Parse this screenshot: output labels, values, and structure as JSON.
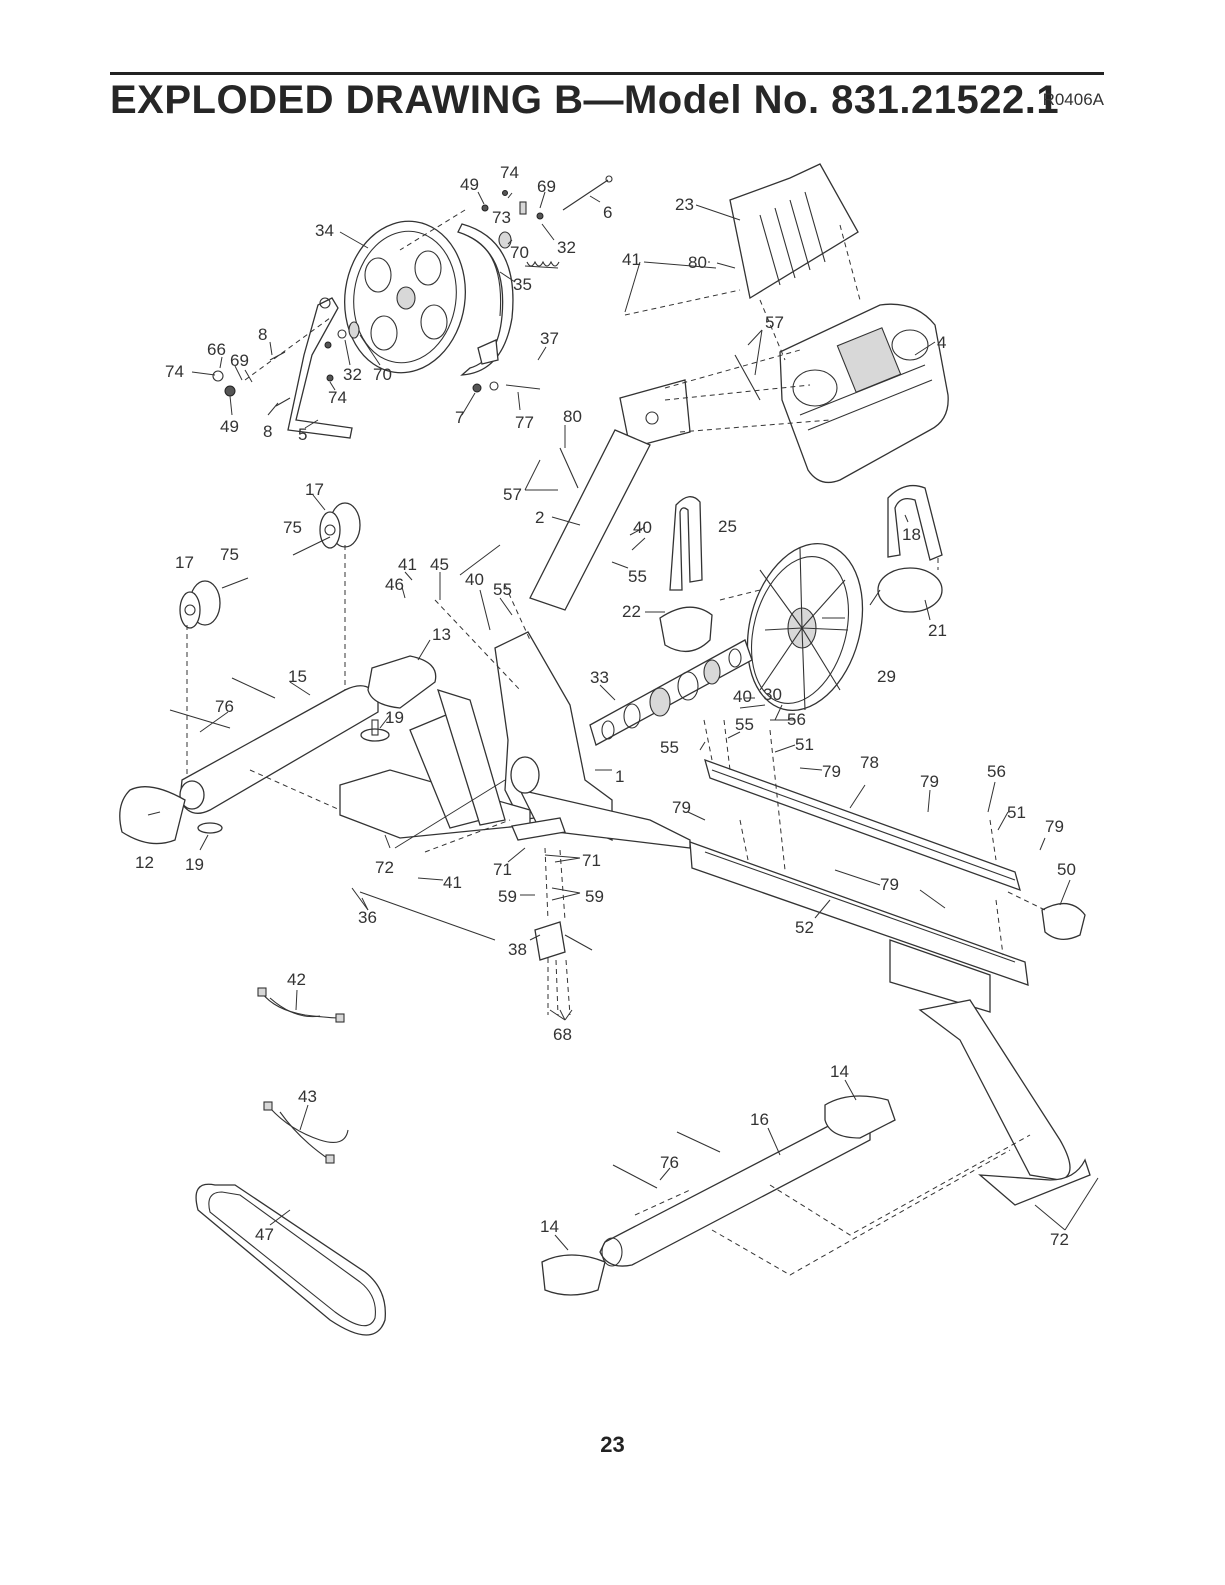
{
  "header": {
    "title": "EXPLODED DRAWING B—Model No. 831.21522.1",
    "code": "R0406A"
  },
  "page_number": "23",
  "callouts": {
    "c1": "1",
    "c2": "2",
    "c4": "4",
    "c5": "5",
    "c6": "6",
    "c7": "7",
    "c8a": "8",
    "c8b": "8",
    "c12": "12",
    "c13": "13",
    "c14a": "14",
    "c14b": "14",
    "c15": "15",
    "c16": "16",
    "c17a": "17",
    "c17b": "17",
    "c18": "18",
    "c19a": "19",
    "c19b": "19",
    "c21": "21",
    "c22": "22",
    "c23": "23",
    "c25": "25",
    "c29": "29",
    "c30": "30",
    "c32a": "32",
    "c32b": "32",
    "c33": "33",
    "c34": "34",
    "c35": "35",
    "c36": "36",
    "c37": "37",
    "c38": "38",
    "c40a": "40",
    "c40b": "40",
    "c40c": "40",
    "c41a": "41",
    "c41b": "41",
    "c41c": "41",
    "c42": "42",
    "c43": "43",
    "c45": "45",
    "c46": "46",
    "c47": "47",
    "c49a": "49",
    "c49b": "49",
    "c50": "50",
    "c51a": "51",
    "c51b": "51",
    "c52": "52",
    "c55a": "55",
    "c55b": "55",
    "c55c": "55",
    "c55d": "55",
    "c56a": "56",
    "c56b": "56",
    "c57a": "57",
    "c57b": "57",
    "c59a": "59",
    "c59b": "59",
    "c66": "66",
    "c68": "68",
    "c69a": "69",
    "c69b": "69",
    "c70a": "70",
    "c70b": "70",
    "c71a": "71",
    "c71b": "71",
    "c72a": "72",
    "c72b": "72",
    "c73": "73",
    "c74a": "74",
    "c74b": "74",
    "c74c": "74",
    "c75a": "75",
    "c75b": "75",
    "c76a": "76",
    "c76b": "76",
    "c77": "77",
    "c78": "78",
    "c79a": "79",
    "c79b": "79",
    "c79c": "79",
    "c79d": "79",
    "c79e": "79",
    "c80a": "80",
    "c80b": "80"
  }
}
